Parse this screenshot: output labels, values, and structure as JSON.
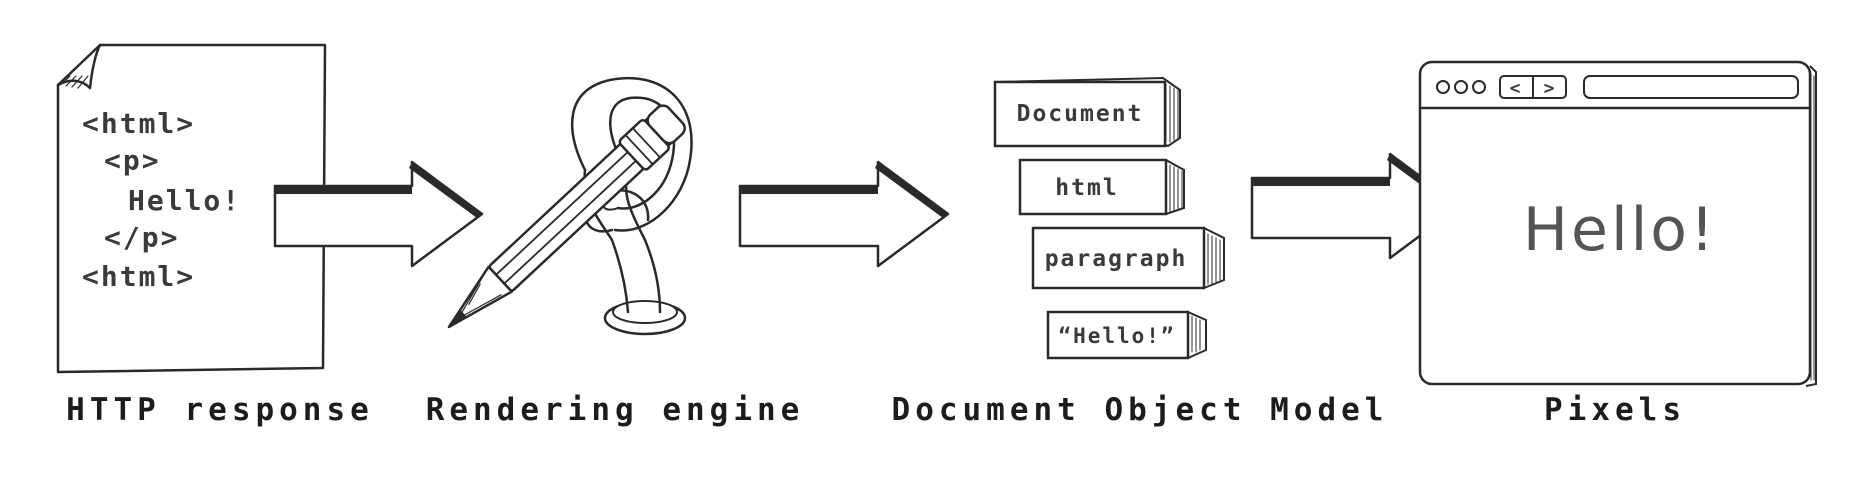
{
  "http_response": {
    "code_lines": [
      "<html>",
      "<p>",
      "Hello!",
      "</p>",
      "<html>"
    ],
    "caption": "HTTP response"
  },
  "rendering_engine": {
    "caption": "Rendering engine"
  },
  "dom": {
    "nodes": [
      "Document",
      "html",
      "paragraph",
      "“Hello!”"
    ],
    "caption": "Document Object Model"
  },
  "pixels": {
    "window_buttons": [
      "<",
      ">"
    ],
    "screen_text": "Hello!",
    "caption": "Pixels"
  },
  "colors": {
    "ink": "#2a2a2a",
    "text": "#3a3a3a"
  }
}
